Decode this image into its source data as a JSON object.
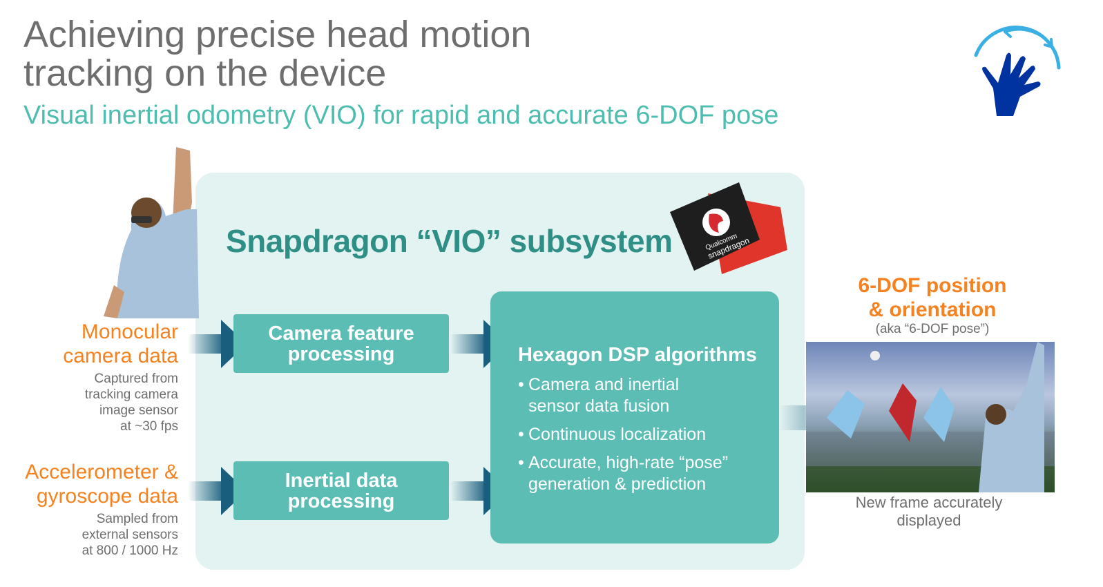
{
  "title_lines": [
    "Achieving precise head motion",
    "tracking on the device"
  ],
  "subtitle": "Visual inertial odometry (VIO) for rapid and accurate 6-DOF pose",
  "subsystem_title": "Snapdragon “VIO” subsystem",
  "chip_logo": [
    "Qualcomm",
    "snapdragon"
  ],
  "inputs": [
    {
      "title": [
        "Monocular",
        "camera data"
      ],
      "desc": [
        "Captured from",
        "tracking camera",
        "image sensor",
        "at ~30 fps"
      ]
    },
    {
      "title": [
        "Accelerometer &",
        "gyroscope data"
      ],
      "desc": [
        "Sampled from",
        "external sensors",
        "at  800 / 1000 Hz"
      ]
    }
  ],
  "processing": [
    {
      "label": [
        "Camera feature",
        "processing"
      ]
    },
    {
      "label": [
        "Inertial data",
        "processing"
      ]
    }
  ],
  "hexagon": {
    "title": "Hexagon DSP algorithms",
    "bullets": [
      "Camera and inertial sensor data fusion",
      "Continuous localization",
      "Accurate, high-rate “pose” generation & prediction"
    ]
  },
  "output": {
    "title": [
      "6-DOF position",
      "& orientation"
    ],
    "aka": "(aka “6-DOF pose”)",
    "caption": [
      "New frame accurately",
      "displayed"
    ]
  },
  "colors": {
    "teal": "#5cbdb5",
    "orange": "#f58220",
    "arrow": "#1a5e7e",
    "panel": "#e3f3f2",
    "hand": "#0033a0",
    "arc": "#3aafe3"
  }
}
